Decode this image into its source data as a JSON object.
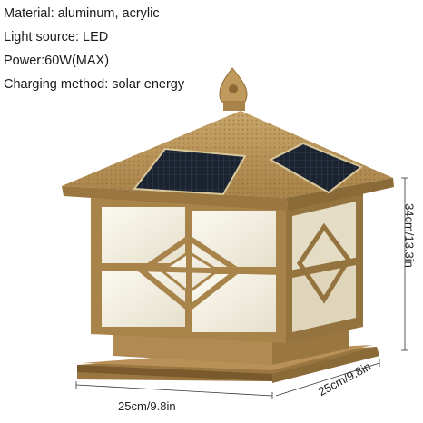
{
  "specs": [
    {
      "label": "Material: aluminum, acrylic"
    },
    {
      "label": "Light source: LED"
    },
    {
      "label": "Power:60W(MAX)"
    },
    {
      "label": "Charging method: solar energy"
    }
  ],
  "dimensions": {
    "width": "25cm/9.8in",
    "depth": "25cm/9.8in",
    "height": "34cm/13.3in"
  },
  "colors": {
    "bronze": "#b8955a",
    "bronze_dark": "#7a5a2c",
    "glass": "#f2efe2",
    "solar_panel": "#1c2330"
  }
}
